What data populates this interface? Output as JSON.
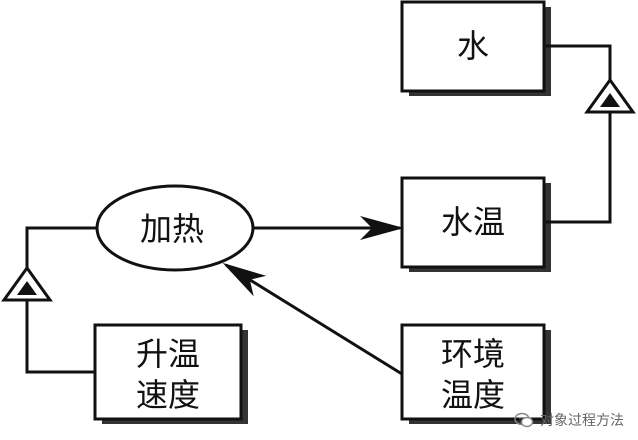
{
  "diagram": {
    "nodes": {
      "water": "水",
      "water_temp": "水温",
      "heating": "加热",
      "heating_rate_line1": "升温",
      "heating_rate_line2": "速度",
      "ambient_temp_line1": "环境",
      "ambient_temp_line2": "温度"
    }
  },
  "watermark": {
    "text": "对象过程方法"
  },
  "colors": {
    "stroke": "#111111",
    "shadow": "#333333",
    "text": "#111111",
    "watermark": "#666666"
  }
}
